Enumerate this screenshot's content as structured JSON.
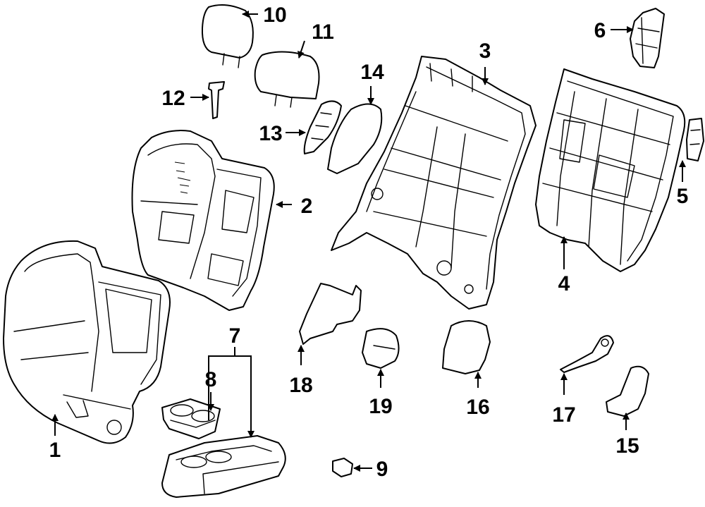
{
  "colors": {
    "line": "#000000",
    "background": "#ffffff"
  },
  "callouts": [
    "1",
    "2",
    "3",
    "4",
    "5",
    "6",
    "7",
    "8",
    "9",
    "10",
    "11",
    "12",
    "13",
    "14",
    "15",
    "16",
    "17",
    "18",
    "19"
  ]
}
